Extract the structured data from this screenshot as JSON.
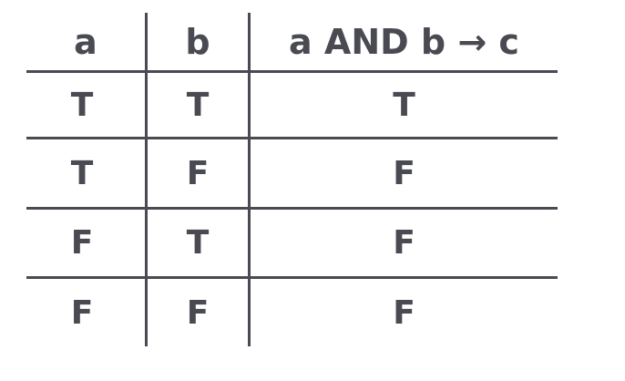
{
  "table": {
    "headers": [
      "a",
      "b",
      "a AND b → c"
    ],
    "rows": [
      [
        "T",
        "T",
        "T"
      ],
      [
        "T",
        "F",
        "F"
      ],
      [
        "F",
        "T",
        "F"
      ],
      [
        "F",
        "F",
        "F"
      ]
    ]
  },
  "colors": {
    "text": "#494a52",
    "lines": "#494a52",
    "background": "#ffffff"
  }
}
